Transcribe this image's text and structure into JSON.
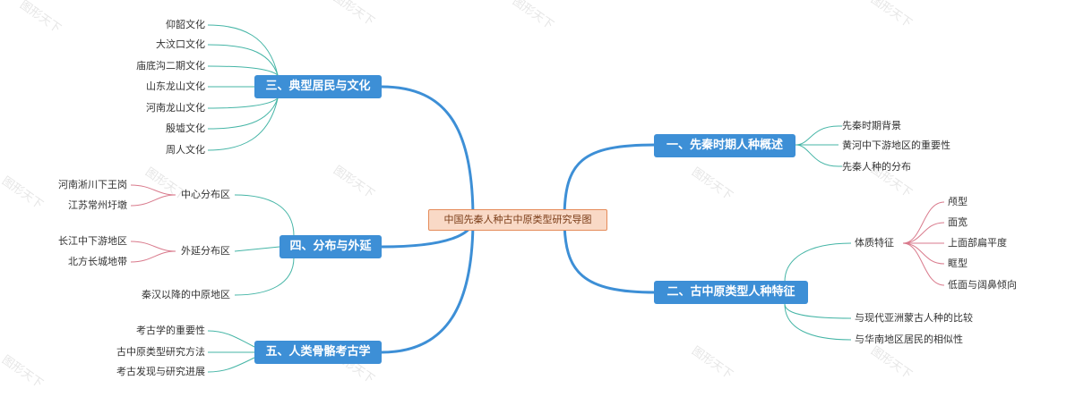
{
  "watermark": "图形天下",
  "root": "中国先秦人种古中原类型研究导图",
  "b1": {
    "title": "一、先秦时期人种概述",
    "items": [
      "先秦时期背景",
      "黄河中下游地区的重要性",
      "先秦人种的分布"
    ]
  },
  "b2": {
    "title": "二、古中原类型人种特征",
    "sub1": "体质特征",
    "sub1_items": [
      "颅型",
      "面宽",
      "上面部扁平度",
      "眶型",
      "低面与阔鼻倾向"
    ],
    "items": [
      "与现代亚洲蒙古人种的比较",
      "与华南地区居民的相似性"
    ]
  },
  "b3": {
    "title": "三、典型居民与文化",
    "items": [
      "仰韶文化",
      "大汶口文化",
      "庙底沟二期文化",
      "山东龙山文化",
      "河南龙山文化",
      "殷墟文化",
      "周人文化"
    ]
  },
  "b4": {
    "title": "四、分布与外延",
    "sub1": "中心分布区",
    "sub1_items": [
      "河南淅川下王岗",
      "江苏常州圩墩"
    ],
    "sub2": "外延分布区",
    "sub2_items": [
      "长江中下游地区",
      "北方长城地带"
    ],
    "item": "秦汉以降的中原地区"
  },
  "b5": {
    "title": "五、人类骨骼考古学",
    "items": [
      "考古学的重要性",
      "古中原类型研究方法",
      "考古发现与研究进展"
    ]
  },
  "colors": {
    "main": "#3d8fd6",
    "teal": "#45b5a6",
    "pink": "#d97a8c",
    "root_fill": "#f9d9c6",
    "root_border": "#e58b5a"
  }
}
